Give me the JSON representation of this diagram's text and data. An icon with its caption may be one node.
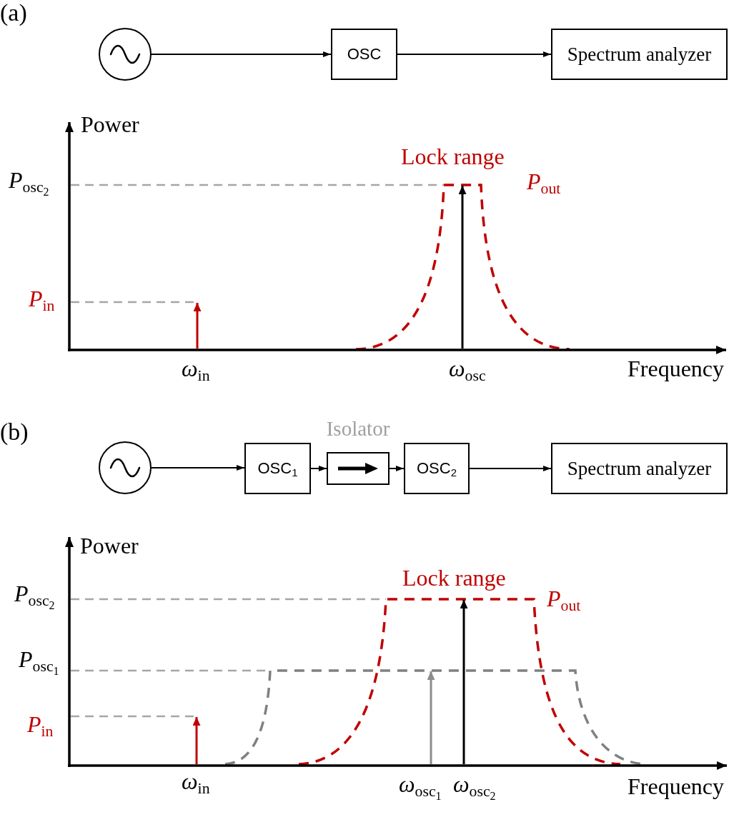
{
  "diagram": {
    "nodes": [
      {
        "text": [],
        "shape": "circle"
      },
      {
        "text": [
          "OSC"
        ]
      },
      {
        "text": [
          "Spectrum analyzer"
        ]
      },
      {
        "text": [],
        "shape": "circle"
      },
      {
        "text": [
          "OSC$_{1}$"
        ]
      },
      {
        "text": [
          "Isolator"
        ]
      },
      {
        "text": [
          "OSC$_{2}$"
        ]
      },
      {
        "text": [
          "Spectrum analyzer"
        ]
      }
    ],
    "edges": [
      {
        "from": 0,
        "to": 1,
        "arrow": "to"
      },
      {
        "from": 1,
        "to": 2,
        "arrow": "to"
      },
      {
        "from": 3,
        "to": 4,
        "arrow": "to"
      },
      {
        "from": 4,
        "to": 5,
        "arrow": "to"
      },
      {
        "from": 5,
        "to": 6,
        "arrow": "to"
      },
      {
        "from": 6,
        "to": 7,
        "arrow": "to"
      }
    ],
    "labels": [
      "(a)",
      "Power",
      "Lock range",
      "*P*$_{osc}$$_{2}$",
      "*P*$_{out}$",
      "*P*$_{in}$",
      "*ω*$_{in}$",
      "*ω*$_{osc}$",
      "Frequency",
      "(b)",
      "Power",
      "Lock range",
      "*P*$_{osc}$$_{2}$",
      "*P*$_{out}$",
      "*P*$_{osc}$$_{1}$",
      "*P*$_{in}$",
      "*ω*$_{in}$",
      "*ω*$_{osc}$$_{1}$",
      "*ω*$_{osc}$$_{2}$",
      "Frequency"
    ]
  }
}
